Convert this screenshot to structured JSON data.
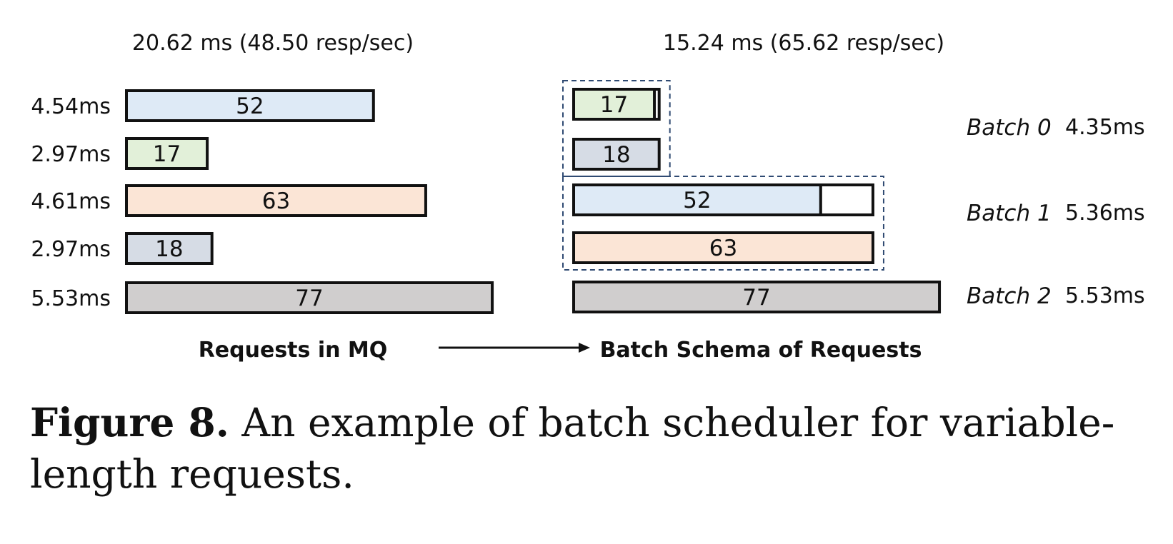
{
  "headers": {
    "left": "20.62 ms (48.50 resp/sec)",
    "right": "15.24 ms (65.62 resp/sec)"
  },
  "panel_labels": {
    "left": "Requests in MQ",
    "right": "Batch Schema of Requests"
  },
  "colors": {
    "blue": "#deeaf6",
    "green": "#e2f0d9",
    "peach": "#fbe5d6",
    "slate": "#d6dce5",
    "gray": "#d0cece",
    "outline": "#111111",
    "group_border": "#2f4a72"
  },
  "requests": [
    {
      "length": 52,
      "time": "4.54ms",
      "color": "blue"
    },
    {
      "length": 17,
      "time": "2.97ms",
      "color": "green"
    },
    {
      "length": 63,
      "time": "4.61ms",
      "color": "peach"
    },
    {
      "length": 18,
      "time": "2.97ms",
      "color": "slate"
    },
    {
      "length": 77,
      "time": "5.53ms",
      "color": "gray"
    }
  ],
  "batches": [
    {
      "name": "Batch 0",
      "time": "4.35ms",
      "padded_length": 18,
      "members": [
        {
          "length": 17,
          "color": "green"
        },
        {
          "length": 18,
          "color": "slate"
        }
      ]
    },
    {
      "name": "Batch 1",
      "time": "5.36ms",
      "padded_length": 63,
      "members": [
        {
          "length": 52,
          "color": "blue"
        },
        {
          "length": 63,
          "color": "peach"
        }
      ]
    },
    {
      "name": "Batch 2",
      "time": "5.53ms",
      "padded_length": 77,
      "members": [
        {
          "length": 77,
          "color": "gray"
        }
      ]
    }
  ],
  "caption": {
    "label": "Figure 8.",
    "text": " An example of batch scheduler for variable-length requests."
  }
}
